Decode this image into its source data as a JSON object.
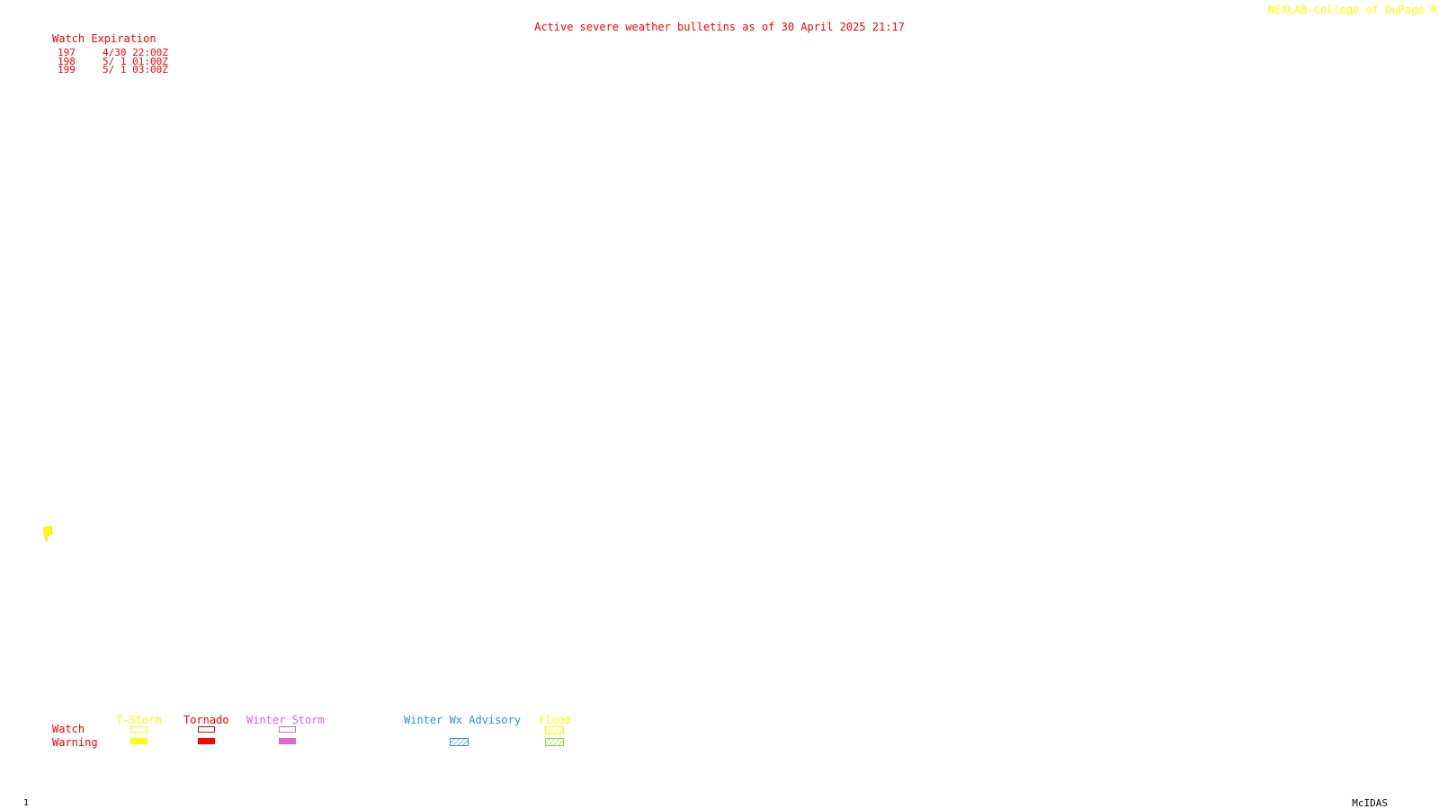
{
  "header": {
    "title": "Active severe weather bulletins as of 30 April 2025 21:17",
    "credit": "NEXLAB-College of DuPage R"
  },
  "watches": {
    "header": "Watch Expiration",
    "rows": [
      {
        "number": "197",
        "expiration": "4/30 22:00Z"
      },
      {
        "number": "198",
        "expiration": "5/ 1 01:00Z"
      },
      {
        "number": "199",
        "expiration": "5/ 1 03:00Z"
      }
    ]
  },
  "legend": {
    "row_labels": {
      "watch": "Watch",
      "warning": "Warning"
    },
    "categories": [
      {
        "label": "T-Storm",
        "color": "#ffff00"
      },
      {
        "label": "Tornado",
        "color": "#ff0000"
      },
      {
        "label": "Winter Storm",
        "color": "#d966d9"
      },
      {
        "label": "Winter Wx Advisory",
        "color": "#2a93d5"
      },
      {
        "label": "Flood",
        "color": "#ffff00",
        "warning_color": "#88dd33"
      }
    ]
  },
  "map": {
    "warning_polygons": [
      {
        "type": "T-Storm Warning",
        "color": "#ffff00"
      }
    ]
  },
  "footer": {
    "page": "1",
    "software": "McIDAS"
  }
}
